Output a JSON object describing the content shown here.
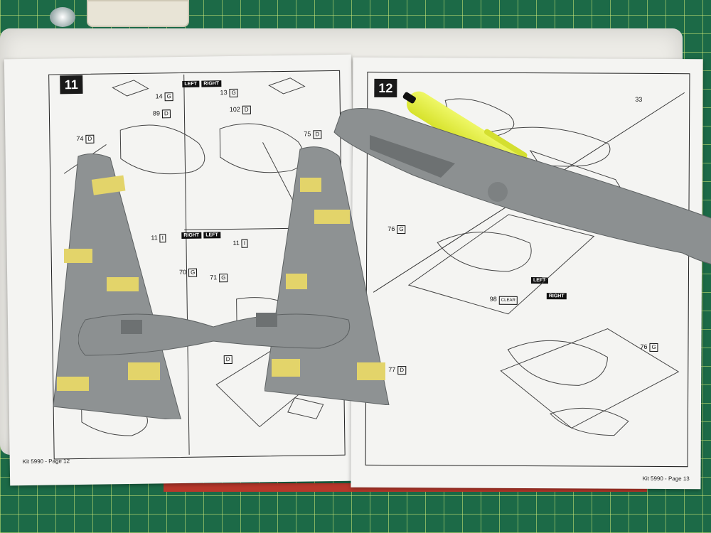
{
  "manual": {
    "left_page": {
      "step": "11",
      "footer": "Kit 5990 - Page 12",
      "tags": {
        "left_top": "LEFT",
        "right_top": "RIGHT",
        "right_mid": "RIGHT",
        "left_mid": "LEFT"
      },
      "parts": [
        {
          "num": "14",
          "code": "G"
        },
        {
          "num": "89",
          "code": "D"
        },
        {
          "num": "74",
          "code": "D"
        },
        {
          "num": "13",
          "code": "G"
        },
        {
          "num": "102",
          "code": "D"
        },
        {
          "num": "75",
          "code": "D"
        },
        {
          "num": "11",
          "code": "I"
        },
        {
          "num": "70",
          "code": "G"
        },
        {
          "num": "11",
          "code": "I"
        },
        {
          "num": "71",
          "code": "G"
        },
        {
          "num": "",
          "code": "D"
        }
      ]
    },
    "right_page": {
      "step": "12",
      "footer": "Kit 5990 - Page 13",
      "tags": {
        "left": "LEFT",
        "right": "RIGHT"
      },
      "parts": [
        {
          "num": "33",
          "code": ""
        },
        {
          "num": "76",
          "code": "G"
        },
        {
          "num": "98",
          "code": "CLEAR"
        },
        {
          "num": "77",
          "code": "D"
        },
        {
          "num": "76",
          "code": "G"
        }
      ]
    }
  },
  "colors": {
    "cutting_mat": "#1c6a47",
    "model_gray": "#8f9394",
    "masking_tape": "#e3d46a",
    "marker_body": "#e6f03a"
  }
}
